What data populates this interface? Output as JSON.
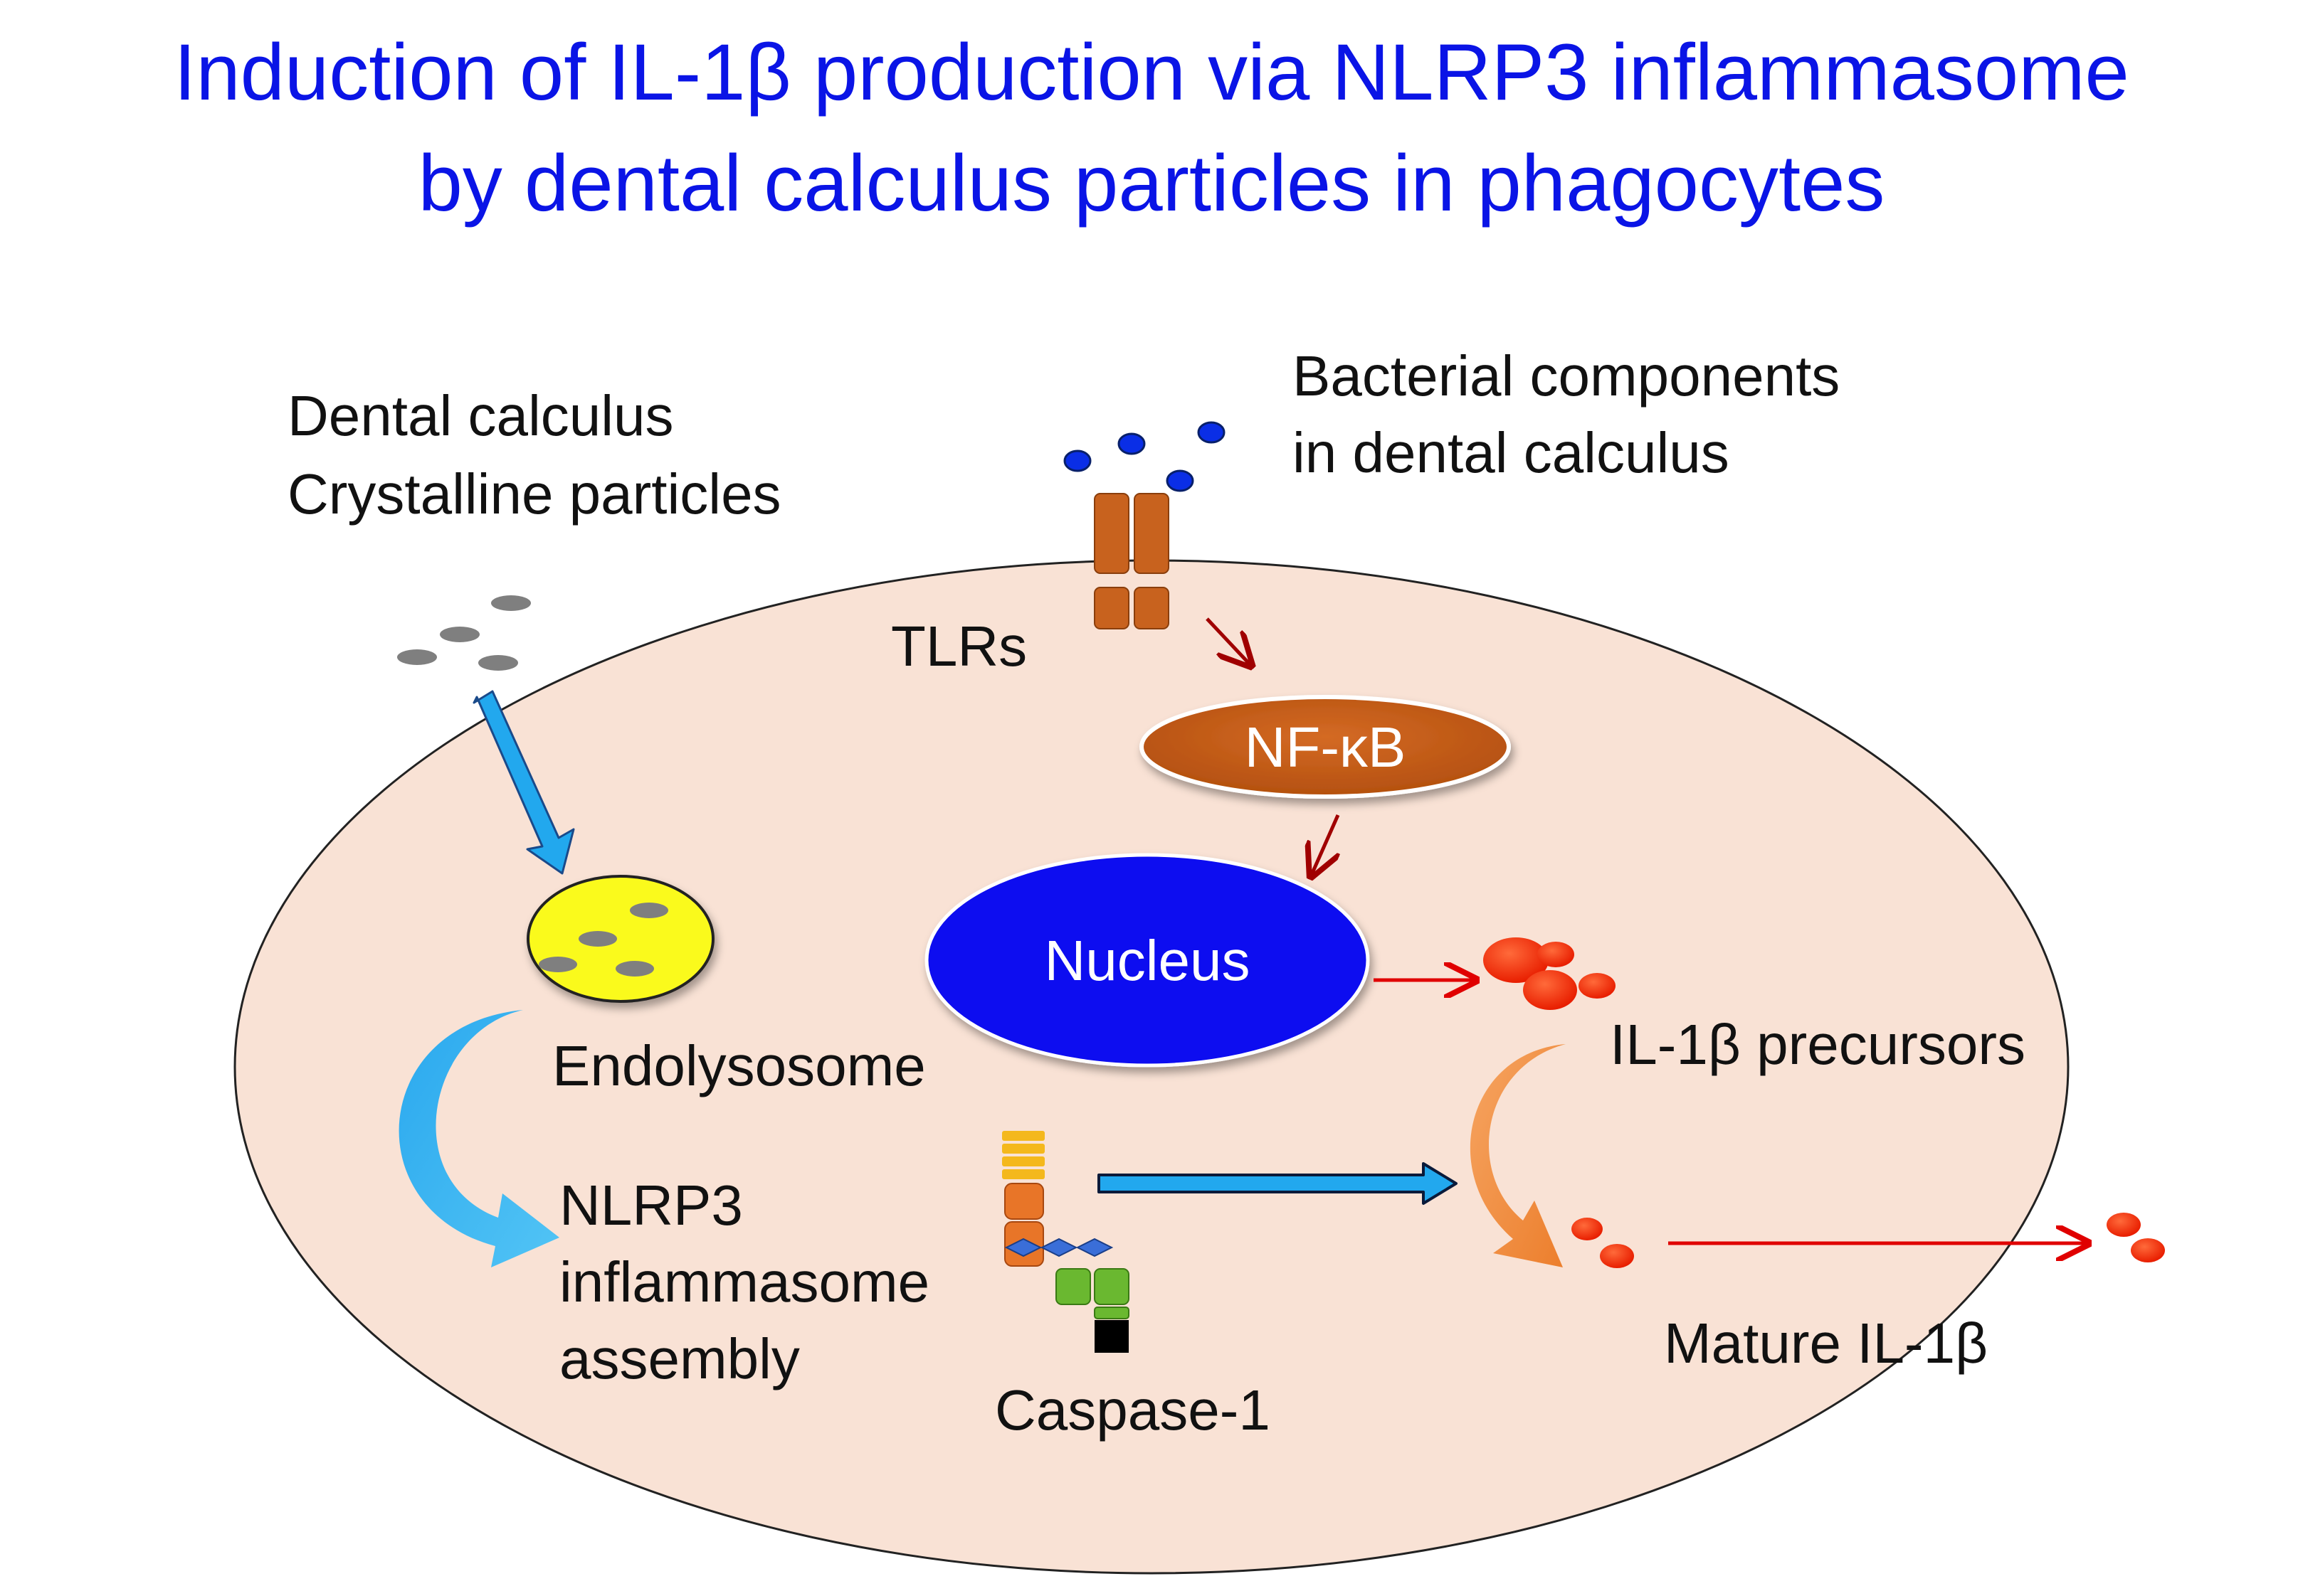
{
  "title": {
    "line1": "Induction of IL-1β production via NLRP3 inflammasome",
    "line2": "by dental calculus particles in phagocytes"
  },
  "labels": {
    "dental_calculus_line1": "Dental calculus",
    "dental_calculus_line2": "Crystalline particles",
    "bacterial_line1": "Bacterial components",
    "bacterial_line2": "in dental calculus",
    "tlrs": "TLRs",
    "nfkb": "NF-κB",
    "nucleus": "Nucleus",
    "endolysosome": "Endolysosome",
    "nlrp3_line1": "NLRP3",
    "nlrp3_line2": "inflammasome",
    "nlrp3_line3": "assembly",
    "caspase": "Caspase-1",
    "precursors": "IL-1β precursors",
    "mature": "Mature IL-1β"
  },
  "colors": {
    "title": "#0a14e6",
    "cell_fill": "#f9e2d5",
    "nucleus_fill": "#0a0af0",
    "nfkb_fill": "#c05a18",
    "tlr_fill": "#c8621e",
    "endolysosome_fill": "#fafa1e",
    "particle_gray": "#7f7f7f",
    "bacteria_blue": "#0a2ee6",
    "il1b_red": "#ff2a00",
    "arrow_red": "#e00000",
    "arrow_darkred": "#a00000",
    "blue_arrow": "#1fa0e8",
    "orange_arrow": "#ef8a3a"
  }
}
